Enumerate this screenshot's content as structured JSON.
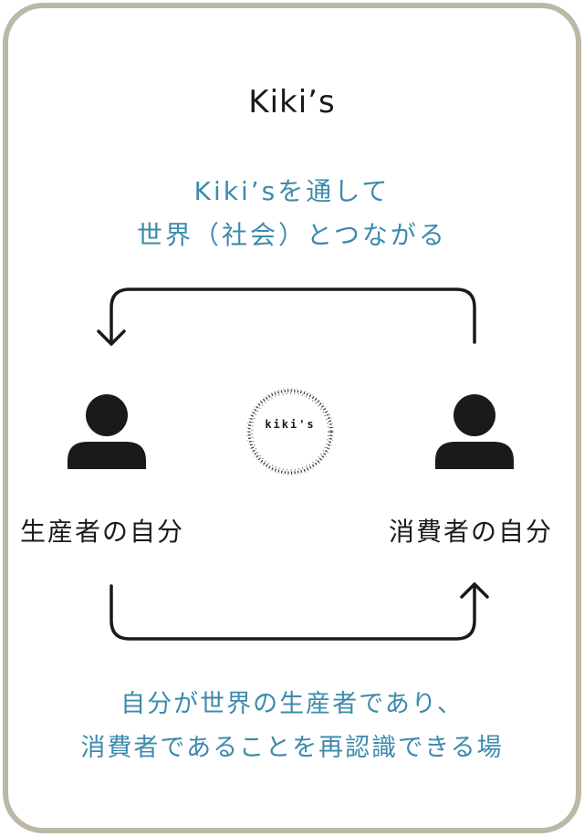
{
  "card": {
    "border_color": "#bcb8a6"
  },
  "header": {
    "title": "Kiki’s"
  },
  "subtitle": {
    "line1": "Kiki’sを通して",
    "line2": "世界（社会）とつながる"
  },
  "logo": {
    "text": "kiki's"
  },
  "nodes": {
    "producer": {
      "icon": "person-icon",
      "label": "生産者の自分"
    },
    "consumer": {
      "icon": "person-icon",
      "label": "消費者の自分"
    }
  },
  "caption": {
    "line1": "自分が世界の生産者であり、",
    "line2": "消費者であることを再認識できる場"
  },
  "colors": {
    "accent": "#3d8aac",
    "text": "#1a1a1a"
  }
}
